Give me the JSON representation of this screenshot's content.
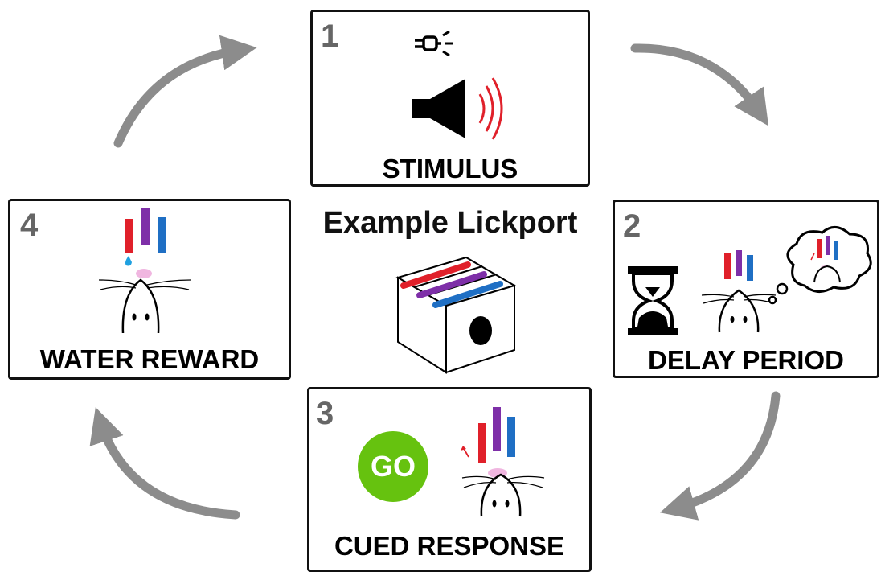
{
  "center": {
    "title": "Example Lickport"
  },
  "steps": [
    {
      "number": "1",
      "label": "STIMULUS"
    },
    {
      "number": "2",
      "label": "DELAY PERIOD"
    },
    {
      "number": "3",
      "label": "CUED RESPONSE"
    },
    {
      "number": "4",
      "label": "WATER REWARD"
    }
  ],
  "go_sign": {
    "text": "GO",
    "color": "#66c20f"
  },
  "colors": {
    "port_left": "#e0202a",
    "port_middle": "#7e2fa8",
    "port_right": "#1f6fc4",
    "sound_wave": "#e0202a",
    "tongue": "#f0b6e0",
    "water_drop": "#1fa0e0",
    "cycle_arrow": "#8c8c8c"
  }
}
